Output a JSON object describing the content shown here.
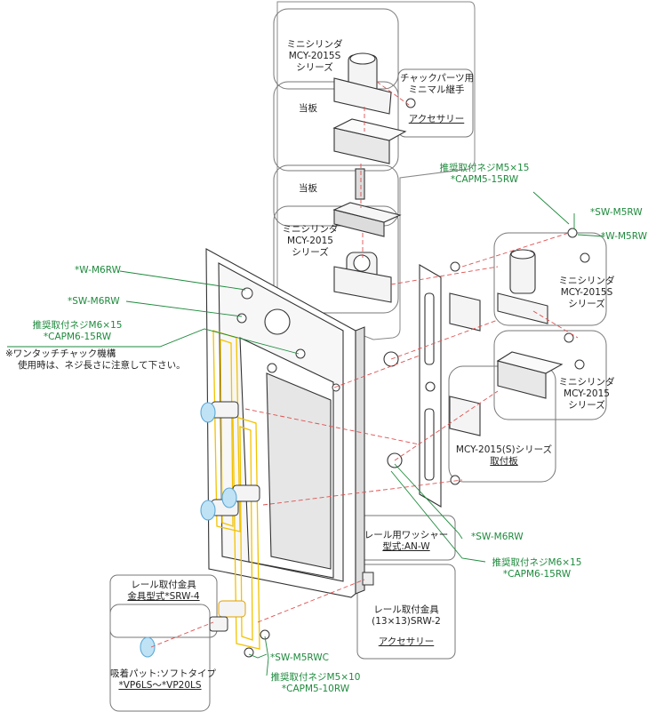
{
  "labels": {
    "top_cyl_1": "ミニシリンダ",
    "top_cyl_2": "MCY-2015S",
    "top_cyl_3": "シリーズ",
    "chuck_1": "チャックパーツ用",
    "chuck_2": "ミニマル継手",
    "chuck_acc": "アクセサリー",
    "plate_top": "当板",
    "plate_mid": "当板",
    "mid_cyl_1": "ミニシリンダ",
    "mid_cyl_2": "MCY-2015",
    "mid_cyl_3": "シリーズ",
    "rec_m5_1": "推奨取付ネジM5×15",
    "rec_m5_2": "*CAPM5-15RW",
    "sw_m5": "*SW-M5RW",
    "w_m5": "*W-M5RW",
    "w_m6": "*W-M6RW",
    "sw_m6_left": "*SW-M6RW",
    "rec_m6_left_1": "推奨取付ネジM6×15",
    "rec_m6_left_2": "*CAPM6-15RW",
    "note_1": "※ワンタッチチャック機構",
    "note_2": "使用時は、ネジ長さに注意して下さい。",
    "right_cyl_s_1": "ミニシリンダ",
    "right_cyl_s_2": "MCY-2015S",
    "right_cyl_s_3": "シリーズ",
    "right_cyl_1": "ミニシリンダ",
    "right_cyl_2": "MCY-2015",
    "right_cyl_3": "シリーズ",
    "mount_plate_1": "MCY-2015(S)シリーズ",
    "mount_plate_2": "取付板",
    "washer_1": "レール用ワッシャー",
    "washer_2": "型式:AN-W",
    "sw_m6_right": "*SW-M6RW",
    "rec_m6_right_1": "推奨取付ネジM6×15",
    "rec_m6_right_2": "*CAPM6-15RW",
    "rail_bracket_1": "レール取付金具",
    "rail_bracket_2": "金具型式*SRW-4",
    "rail_bracket_r_1": "レール取付金具",
    "rail_bracket_r_2": "(13×13)SRW-2",
    "rail_bracket_r_acc": "アクセサリー",
    "sw_m5rwc": "*SW-M5RWC",
    "rec_m5_bot_1": "推奨取付ネジM5×10",
    "rec_m5_bot_2": "*CAPM5-10RW",
    "pad_1": "吸着パット:ソフトタイプ",
    "pad_2": "*VP6LS〜*VP20LS"
  },
  "colors": {
    "green": "#1d8a3c",
    "red_leader": "#e05050",
    "yellow_outline": "#f2c200",
    "blue_pad": "#7fc4e8",
    "line": "#333333"
  }
}
